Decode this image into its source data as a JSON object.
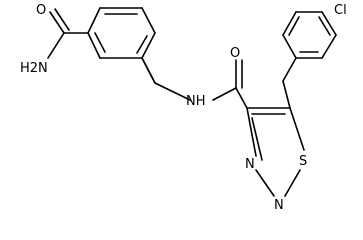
{
  "structure": {
    "atoms": {
      "amide_o_left": "O",
      "amide_n_left": "H2N",
      "amide_nh_center": "NH",
      "carbonyl_o_center": "O",
      "ring_s": "S",
      "ring_n3": "N",
      "ring_n2": "N",
      "chlorine": "Cl"
    }
  }
}
